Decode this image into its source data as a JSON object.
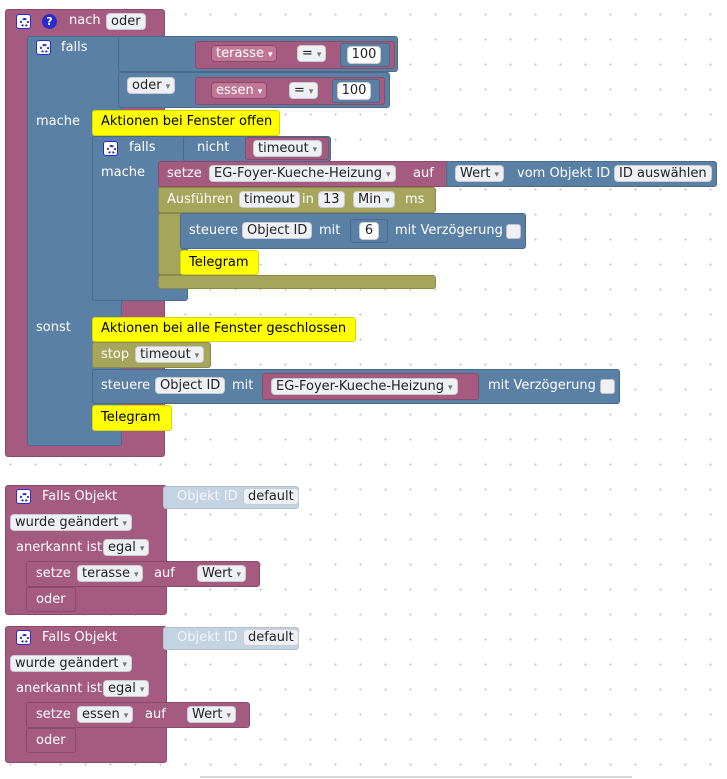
{
  "main_block": {
    "header": {
      "help_glyph": "?",
      "keyword": "nach",
      "selector": "oder"
    },
    "if_block": {
      "falls": "falls",
      "condition1": {
        "variable": "terasse",
        "operator": "=",
        "value": "100"
      },
      "oder": "oder",
      "condition2": {
        "variable": "essen",
        "operator": "=",
        "value": "100"
      },
      "mache": "mache",
      "comment_open": "Aktionen bei Fenster offen",
      "inner_if": {
        "falls": "falls",
        "nicht": "nicht",
        "variable": "timeout",
        "mache": "mache",
        "setze_stmt": {
          "setze": "setze",
          "target": "EG-Foyer-Kueche-Heizung",
          "auf": "auf",
          "wert": "Wert",
          "vom": "vom Objekt ID",
          "id_select": "ID auswählen"
        },
        "ausfuehren": {
          "label": "Ausführen",
          "timer": "timeout",
          "in": "in",
          "amount": "13",
          "unit": "Min",
          "ms": "ms"
        },
        "steuere_stmt": {
          "steuere": "steuere",
          "object": "Object ID",
          "mit": "mit",
          "value": "6",
          "delay": "mit Verzögerung"
        },
        "telegram": "Telegram"
      },
      "sonst": "sonst",
      "comment_closed": "Aktionen bei alle Fenster geschlossen",
      "stop": {
        "label": "stop",
        "timer": "timeout"
      },
      "steuere_else": {
        "steuere": "steuere",
        "object": "Object ID",
        "mit": "mit",
        "target": "EG-Foyer-Kueche-Heizung",
        "delay": "mit Verzögerung"
      },
      "telegram": "Telegram"
    }
  },
  "trigger_blocks": [
    {
      "falls_objekt": "Falls Objekt",
      "objekt_id": "Objekt ID",
      "default": "default",
      "wurde": "wurde geändert",
      "anerkannt": "anerkannt ist",
      "egal": "egal",
      "setze": "setze",
      "variable": "terasse",
      "auf": "auf",
      "wert": "Wert",
      "oder": "oder"
    },
    {
      "falls_objekt": "Falls Objekt",
      "objekt_id": "Objekt ID",
      "default": "default",
      "wurde": "wurde geändert",
      "anerkannt": "anerkannt ist",
      "egal": "egal",
      "setze": "setze",
      "variable": "essen",
      "auf": "auf",
      "wert": "Wert",
      "oder": "oder"
    }
  ],
  "colors": {
    "purple": "#a55b80",
    "blue": "#5b80a5",
    "yellow": "#ffff00",
    "olive": "#a5a55b",
    "lightblue": "#c4d3e2"
  },
  "icons": [
    "gear-icon",
    "help-icon",
    "dropdown-arrow-icon",
    "checkbox"
  ]
}
